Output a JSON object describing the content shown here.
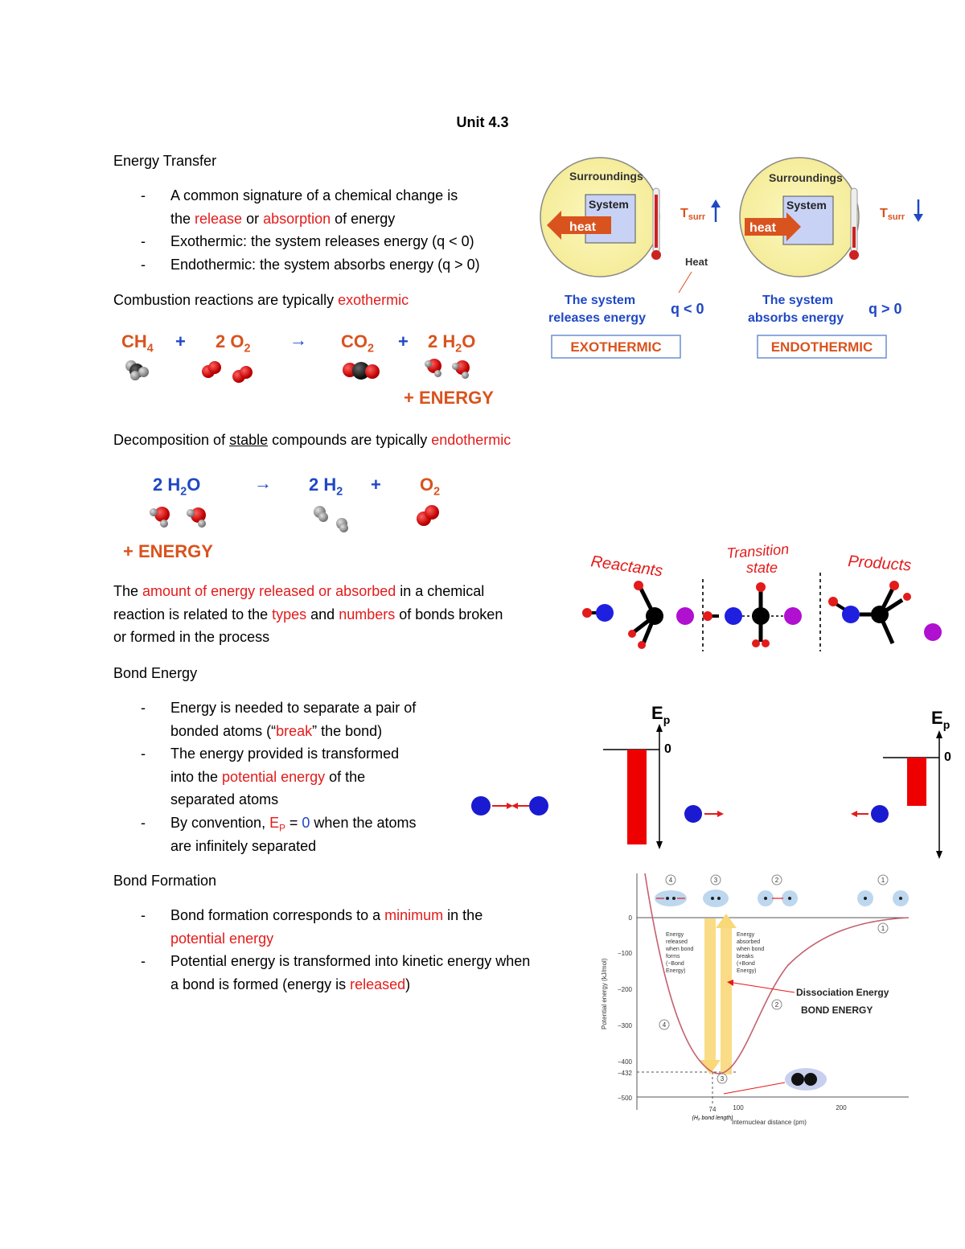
{
  "title": "Unit 4.3",
  "energy_transfer": {
    "heading": "Energy Transfer",
    "bullets": [
      {
        "parts": [
          "A common signature of a chemical change is"
        ]
      },
      {
        "parts": [
          "the ",
          "release",
          " or ",
          "absorption",
          " of energy"
        ]
      },
      {
        "parts": [
          "Exothermic: the system releases energy (q < 0)"
        ]
      },
      {
        "parts": [
          "Endothermic: the system absorbs energy (q > 0)"
        ]
      }
    ],
    "dash": "-"
  },
  "combustion": {
    "pre": "Combustion reactions are typically ",
    "highlight": "exothermic",
    "equation": {
      "ch4": "CH",
      "ch4_sub": "4",
      "plus1": "+",
      "o2": "2 O",
      "o2_sub": "2",
      "arrow": "→",
      "co2": "CO",
      "co2_sub": "2",
      "plus2": "+",
      "h2o": "2 H",
      "h2o_sub": "2",
      "h2o_end": "O",
      "energy": "+ ENERGY"
    }
  },
  "decomposition": {
    "pre": "Decomposition of ",
    "underlined": "stable",
    "mid": " compounds are typically ",
    "highlight": "endothermic",
    "equation": {
      "h2o": "2 H",
      "h2o_sub": "2",
      "h2o_end": "O",
      "arrow": "→",
      "h2": "2 H",
      "h2_sub": "2",
      "plus": "+",
      "o2": "O",
      "o2_sub": "2",
      "energy": "+ ENERGY"
    }
  },
  "amount": {
    "line1_pre": "The ",
    "line1_red": "amount of energy released or absorbed",
    "line1_post": " in a chemical",
    "line2_pre": "reaction is related to the ",
    "line2_red1": "types",
    "line2_mid": " and ",
    "line2_red2": "numbers",
    "line2_post": " of bonds broken",
    "line3": "or formed in the process"
  },
  "bond_energy": {
    "heading": "Bond Energy",
    "b1_l1": "Energy is needed to separate a pair of",
    "b1_l2_pre": "bonded atoms (“",
    "b1_l2_red": "break",
    "b1_l2_post": "” the bond)",
    "b2_l1": "The energy provided is transformed",
    "b2_l2_pre": "into the ",
    "b2_l2_red": "potential energy",
    "b2_l2_post": " of the",
    "b2_l3": "separated atoms",
    "b3_l1_pre": "By convention, ",
    "b3_ep": "E",
    "b3_ep_sub": "P",
    "b3_eq": " = ",
    "b3_zero": "0",
    "b3_post": " when the atoms",
    "b3_l2": "are infinitely separated"
  },
  "bond_formation": {
    "heading": "Bond Formation",
    "b1_pre": "Bond formation corresponds to a ",
    "b1_red": "minimum",
    "b1_post": " in the",
    "b1_l2_red": "potential energy",
    "b2_l1": "Potential energy is transformed into kinetic energy when",
    "b2_l2_pre": "a bond is formed (energy is ",
    "b2_l2_red": "released",
    "b2_l2_post": ")"
  },
  "thermo_diagram": {
    "surroundings": "Surroundings",
    "system": "System",
    "heat": "heat",
    "tsurr": "T",
    "tsurr_sub": "surr",
    "heat_label": "Heat",
    "exo_text_l1": "The system",
    "exo_text_l2": "releases energy",
    "endo_text_l1": "The system",
    "endo_text_l2": "absorbs energy",
    "q_lt": "q < 0",
    "q_gt": "q > 0",
    "exo_box": "EXOTHERMIC",
    "endo_box": "ENDOTHERMIC"
  },
  "reaction_path": {
    "reactants": "Reactants",
    "transition_l1": "Transition",
    "transition_l2": "state",
    "products": "Products"
  },
  "ep_diagram": {
    "ep": "E",
    "ep_sub": "p",
    "zero": "0"
  },
  "pe_curve": {
    "ylabel": "Potential energy (kJ/mol)",
    "xlabel": "Internuclear distance (pm)",
    "yticks": [
      "0",
      "−100",
      "−200",
      "−300",
      "−400",
      "−432",
      "−500"
    ],
    "xticks": [
      "74",
      "100",
      "200"
    ],
    "bond_length": "(H₂ bond length)",
    "released_lines": [
      "Energy",
      "released",
      "when bond",
      "forms",
      "(−Bond",
      "Energy)"
    ],
    "absorbed_lines": [
      "Energy",
      "absorbed",
      "when bond",
      "breaks",
      "(+Bond",
      "Energy)"
    ],
    "dissociation": "Dissociation Energy",
    "bond_energy": "BOND ENERGY",
    "stage_labels": [
      "4",
      "3",
      "2",
      "1"
    ]
  }
}
